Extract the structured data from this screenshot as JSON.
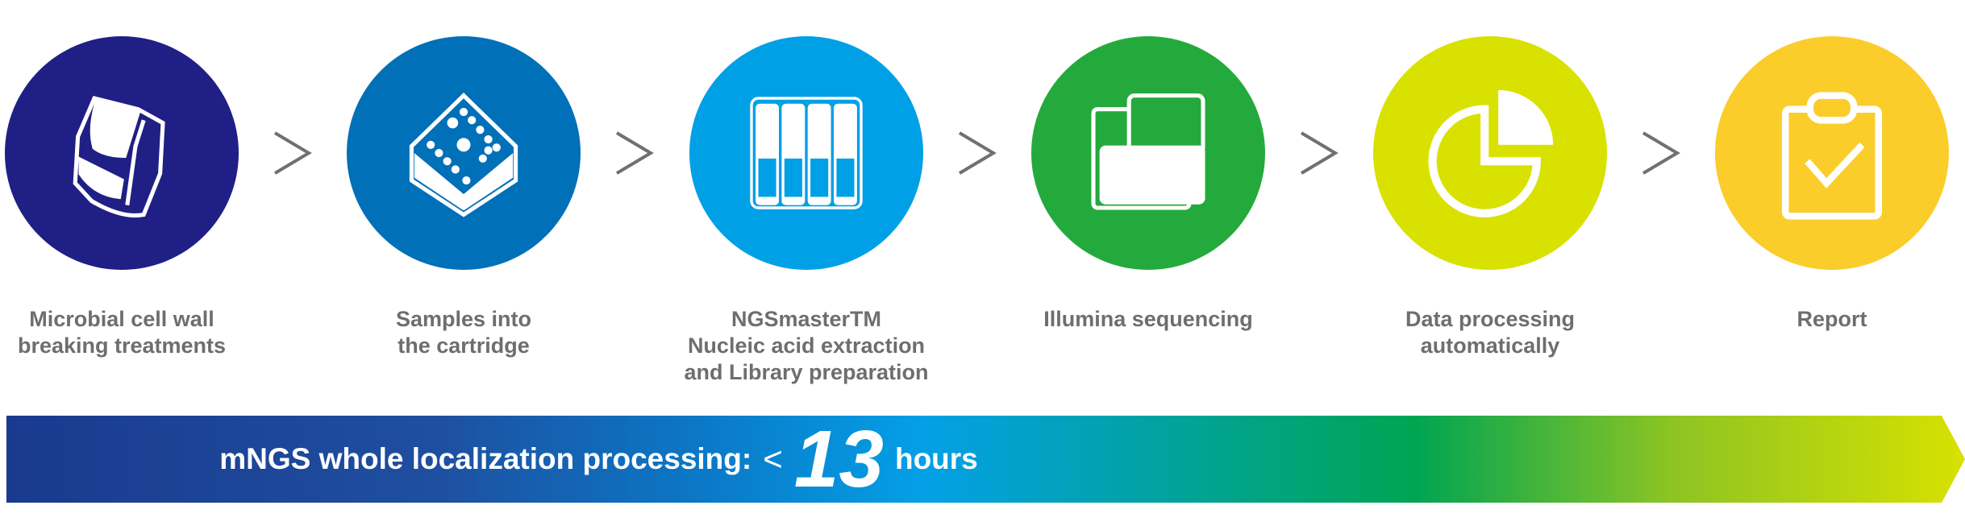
{
  "steps": [
    {
      "label_lines": [
        "Microbial cell wall",
        "breaking treatments"
      ],
      "icon": "cell-wall-breaker-icon",
      "color": "#1f1f85"
    },
    {
      "label_lines": [
        "Samples into",
        "the cartridge"
      ],
      "icon": "cartridge-icon",
      "color": "#0070b8"
    },
    {
      "label_lines": [
        "NGSmasterTM",
        "Nucleic acid extraction",
        "and Library preparation"
      ],
      "icon": "ngsmaster-instrument-icon",
      "color": "#00a0e6"
    },
    {
      "label_lines": [
        "Illumina sequencing"
      ],
      "icon": "sequencer-icon",
      "color": "#24aa3c"
    },
    {
      "label_lines": [
        "Data processing",
        "automatically"
      ],
      "icon": "pie-chart-icon",
      "color": "#d8e100"
    },
    {
      "label_lines": [
        "Report"
      ],
      "icon": "clipboard-check-icon",
      "color": "#fbcd2b"
    }
  ],
  "banner": {
    "text": "mNGS whole localization processing:",
    "lt": "<",
    "number": "13",
    "unit": "hours"
  }
}
